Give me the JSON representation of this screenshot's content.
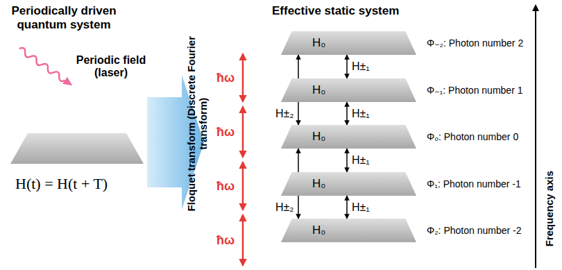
{
  "diagram": {
    "nodes": [
      {
        "text": [
          "H₀"
        ]
      },
      {
        "text": [
          "H₀"
        ]
      },
      {
        "text": [
          "H₀"
        ]
      },
      {
        "text": [
          "H₀"
        ]
      },
      {
        "text": [
          "H₀"
        ]
      }
    ],
    "edges": [
      {
        "from": 0,
        "to": 1,
        "arrow": "both",
        "label": "H±₁"
      },
      {
        "from": 1,
        "to": 2,
        "arrow": "both",
        "label": "H±₁"
      },
      {
        "from": 2,
        "to": 3,
        "arrow": "both",
        "label": "H±₁"
      },
      {
        "from": 3,
        "to": 4,
        "arrow": "both",
        "label": "H±₁"
      },
      {
        "from": 0,
        "to": 2,
        "arrow": "both",
        "label": "H±₂"
      },
      {
        "from": 2,
        "to": 4,
        "arrow": "both",
        "label": "H±₂"
      }
    ],
    "labels": [
      "Periodically driven quantum system",
      "Periodic field (laser)",
      "H(t) = H(t + T)",
      "Floquet transform (Discrete Fourier transform)",
      "ħω",
      "ħω",
      "ħω",
      "ħω",
      "Effective static system",
      "Φ₋₂: Photon number 2",
      "Φ₋₁: Photon number 1",
      "Φ₀: Photon number 0",
      "Φ₁: Photon number -1",
      "Φ₂: Photon number -2",
      "Frequency axis"
    ]
  }
}
